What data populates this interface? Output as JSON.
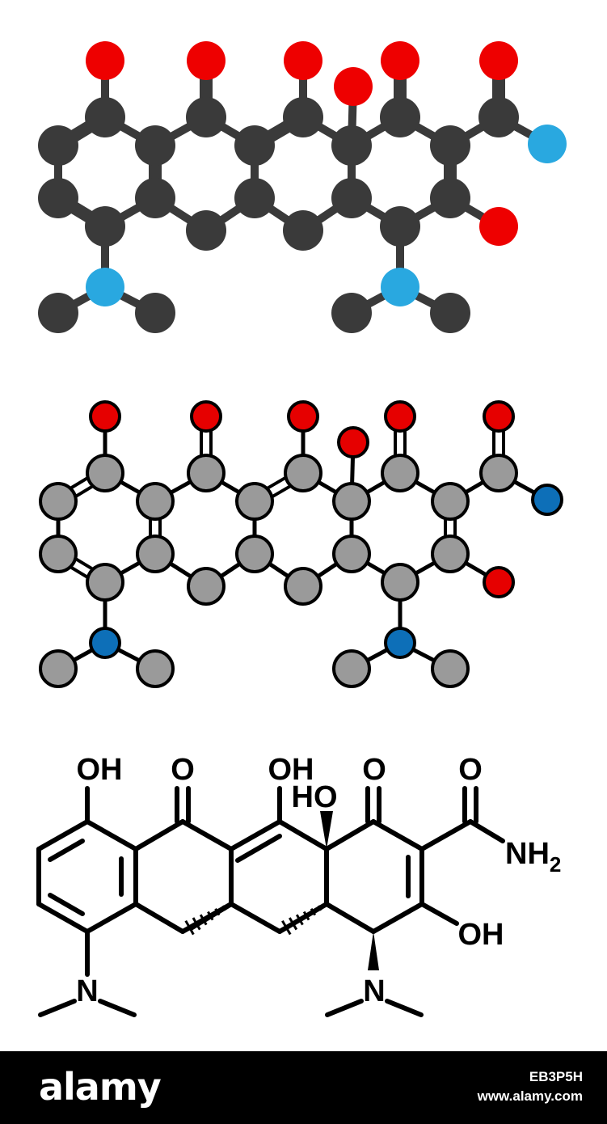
{
  "palette": {
    "space_fill": {
      "carbon": "#3a3a3a",
      "oxygen": "#ee0000",
      "nitrogen": "#29a8e0"
    },
    "ball_stick": {
      "carbon": "#9a9a9a",
      "oxygen": "#e60000",
      "nitrogen": "#0d6fb8",
      "outline": "#000000"
    }
  },
  "structure_labels": {
    "oh1": "OH",
    "o1": "O",
    "oh2": "OH",
    "ho": "HO",
    "o2": "O",
    "o3": "O",
    "nh": "NH",
    "nh_sub": "2",
    "oh3": "OH",
    "n1": "N",
    "n2": "N"
  },
  "footer": {
    "brand": "alamy",
    "image_id": "EB3P5H",
    "url": "www.alamy.com"
  }
}
